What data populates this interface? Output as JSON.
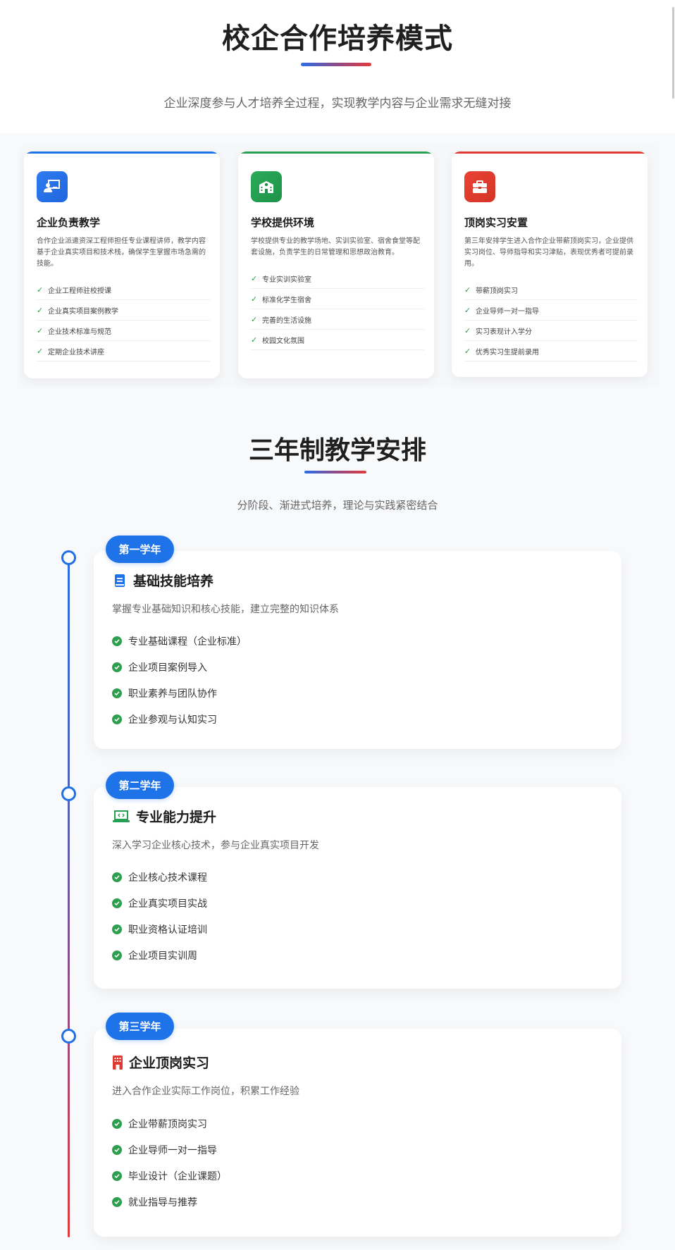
{
  "hero": {
    "title": "校企合作培养模式",
    "subtitle": "企业深度参与人才培养全过程，实现教学内容与企业需求无缝对接"
  },
  "colors": {
    "blue": "#1f73e8",
    "green": "#27a054",
    "red": "#e03a30",
    "check_green": "#2e9e4f"
  },
  "features": [
    {
      "icon": "teacher-icon",
      "accent": "#1f73e8",
      "title": "企业负责教学",
      "desc": "合作企业派遣资深工程师担任专业课程讲师，教学内容基于企业真实项目和技术栈，确保学生掌握市场急需的技能。",
      "items": [
        "企业工程师驻校授课",
        "企业真实项目案例教学",
        "企业技术标准与规范",
        "定期企业技术讲座"
      ]
    },
    {
      "icon": "school-icon",
      "accent": "#27a054",
      "title": "学校提供环境",
      "desc": "学校提供专业的教学场地、实训实验室、宿舍食堂等配套设施，负责学生的日常管理和思想政治教育。",
      "items": [
        "专业实训实验室",
        "标准化学生宿舍",
        "完善的生活设施",
        "校园文化氛围"
      ]
    },
    {
      "icon": "briefcase-icon",
      "accent": "#e03a30",
      "title": "顶岗实习安置",
      "desc": "第三年安排学生进入合作企业带薪顶岗实习，企业提供实习岗位、导师指导和实习津贴，表现优秀者可提前录用。",
      "items": [
        "带薪顶岗实习",
        "企业导师一对一指导",
        "实习表现计入学分",
        "优秀实习生提前录用"
      ]
    }
  ],
  "schedule": {
    "title": "三年制教学安排",
    "subtitle": "分阶段、渐进式培养，理论与实践紧密结合",
    "years": [
      {
        "badge": "第一学年",
        "icon": "book-icon",
        "title": "基础技能培养",
        "desc": "掌握专业基础知识和核心技能，建立完整的知识体系",
        "items": [
          "专业基础课程（企业标准）",
          "企业项目案例导入",
          "职业素养与团队协作",
          "企业参观与认知实习"
        ]
      },
      {
        "badge": "第二学年",
        "icon": "laptop-code-icon",
        "title": "专业能力提升",
        "desc": "深入学习企业核心技术，参与企业真实项目开发",
        "items": [
          "企业核心技术课程",
          "企业真实项目实战",
          "职业资格认证培训",
          "企业项目实训周"
        ]
      },
      {
        "badge": "第三学年",
        "icon": "building-icon",
        "title": "企业顶岗实习",
        "desc": "进入合作企业实际工作岗位，积累工作经验",
        "items": [
          "企业带薪顶岗实习",
          "企业导师一对一指导",
          "毕业设计（企业课题）",
          "就业指导与推荐"
        ]
      }
    ]
  }
}
